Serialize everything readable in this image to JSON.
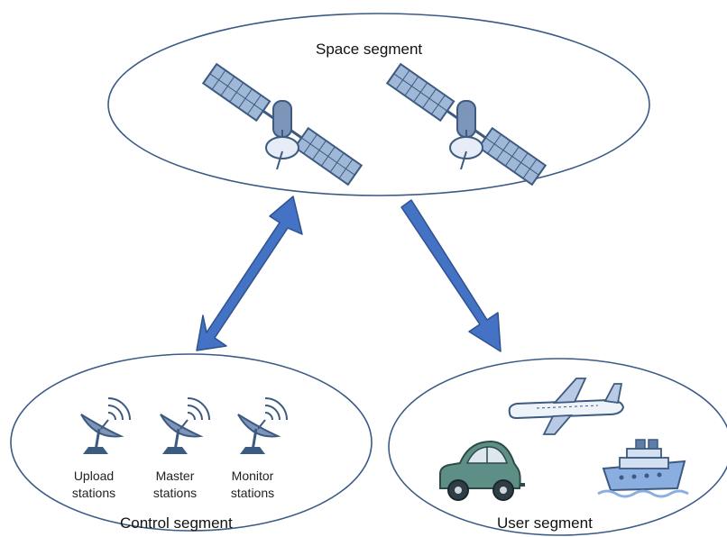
{
  "space_segment": {
    "title": "Space segment",
    "satellites": [
      {
        "icon": "satellite-icon"
      },
      {
        "icon": "satellite-icon"
      }
    ]
  },
  "control_segment": {
    "title": "Control segment",
    "stations": [
      {
        "icon": "satellite-dish-icon",
        "line1": "Upload",
        "line2": "stations"
      },
      {
        "icon": "satellite-dish-icon",
        "line1": "Master",
        "line2": "stations"
      },
      {
        "icon": "satellite-dish-icon",
        "line1": "Monitor",
        "line2": "stations"
      }
    ]
  },
  "user_segment": {
    "title": "User segment",
    "items": [
      {
        "icon": "airplane-icon"
      },
      {
        "icon": "car-icon"
      },
      {
        "icon": "ship-icon"
      }
    ]
  },
  "links": [
    {
      "from": "space_segment",
      "to": "control_segment",
      "direction": "bidirectional"
    },
    {
      "from": "space_segment",
      "to": "user_segment",
      "direction": "one-way"
    }
  ],
  "colors": {
    "outline": "#3b5a86",
    "arrow": "#4472c4",
    "arrow_edge": "#2f528f",
    "panel": "#9fb8d8",
    "icon_dark": "#3d5a80",
    "car_body": "#5e8f87",
    "ship_hull": "#8aaee0"
  }
}
